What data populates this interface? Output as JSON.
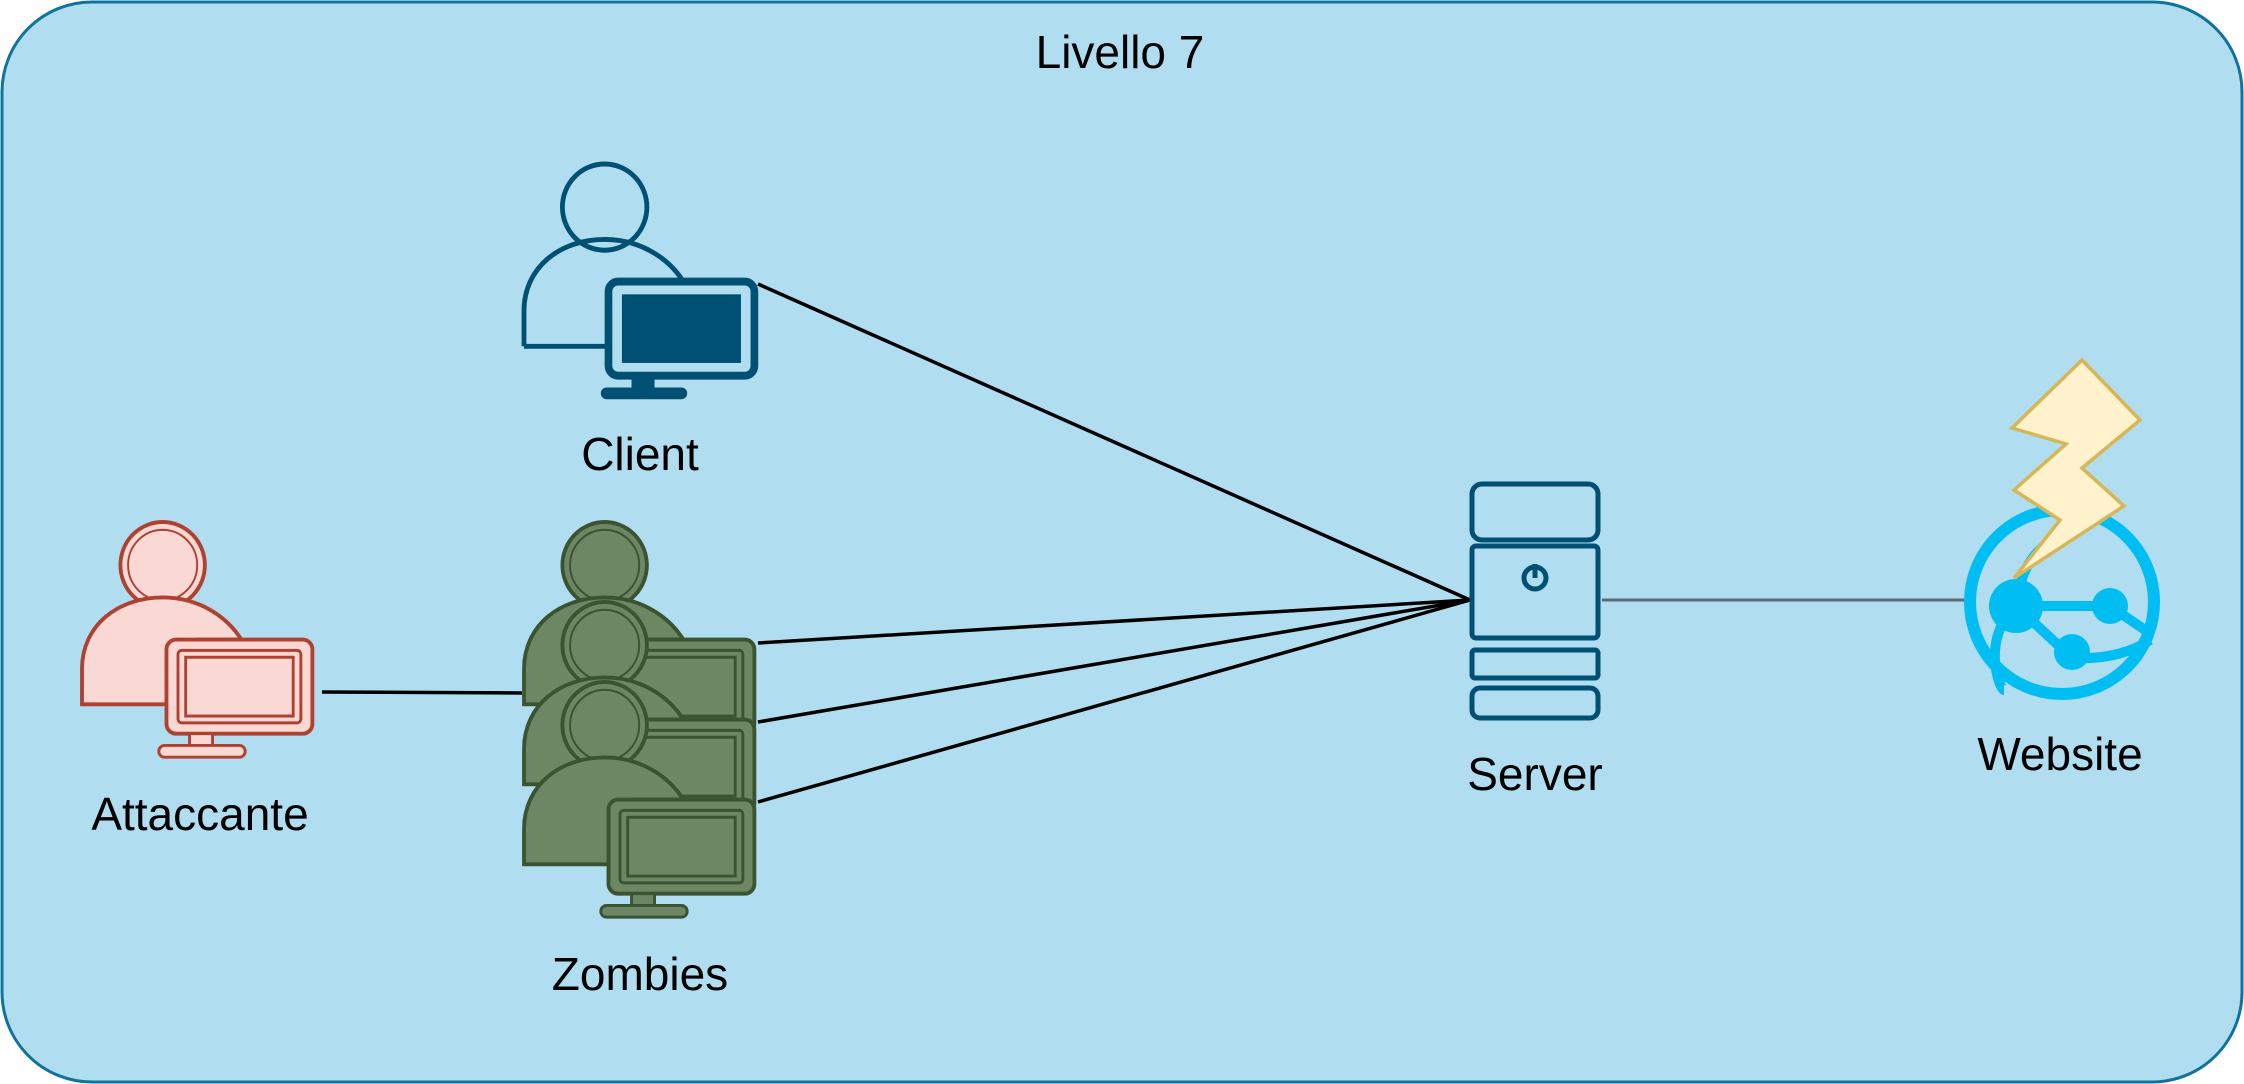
{
  "diagram": {
    "title": "Livello 7",
    "colors": {
      "panel_fill": "#b1ddf0",
      "panel_stroke": "#10739e",
      "client_icon": "#005073",
      "attacker_fill": "#fad9d5",
      "attacker_stroke": "#ae4132",
      "zombie_fill": "#6d8764",
      "zombie_stroke": "#3a5431",
      "server_icon": "#005073",
      "website_icon": "#00bef2",
      "lightning_fill": "#fff2cc",
      "lightning_stroke": "#d6b656",
      "connector": "#000000",
      "server_website_link": "#5a6a78"
    },
    "nodes": {
      "client": {
        "label": "Client",
        "icon": "user-with-monitor-icon"
      },
      "attacker": {
        "label": "Attaccante",
        "icon": "user-with-monitor-icon"
      },
      "zombies": {
        "label": "Zombies",
        "icon": "user-group-with-monitors-icon"
      },
      "server": {
        "label": "Server",
        "icon": "server-tower-icon"
      },
      "website": {
        "label": "Website",
        "icon": "globe-network-icon",
        "overlay": "lightning-bolt-icon"
      }
    }
  }
}
